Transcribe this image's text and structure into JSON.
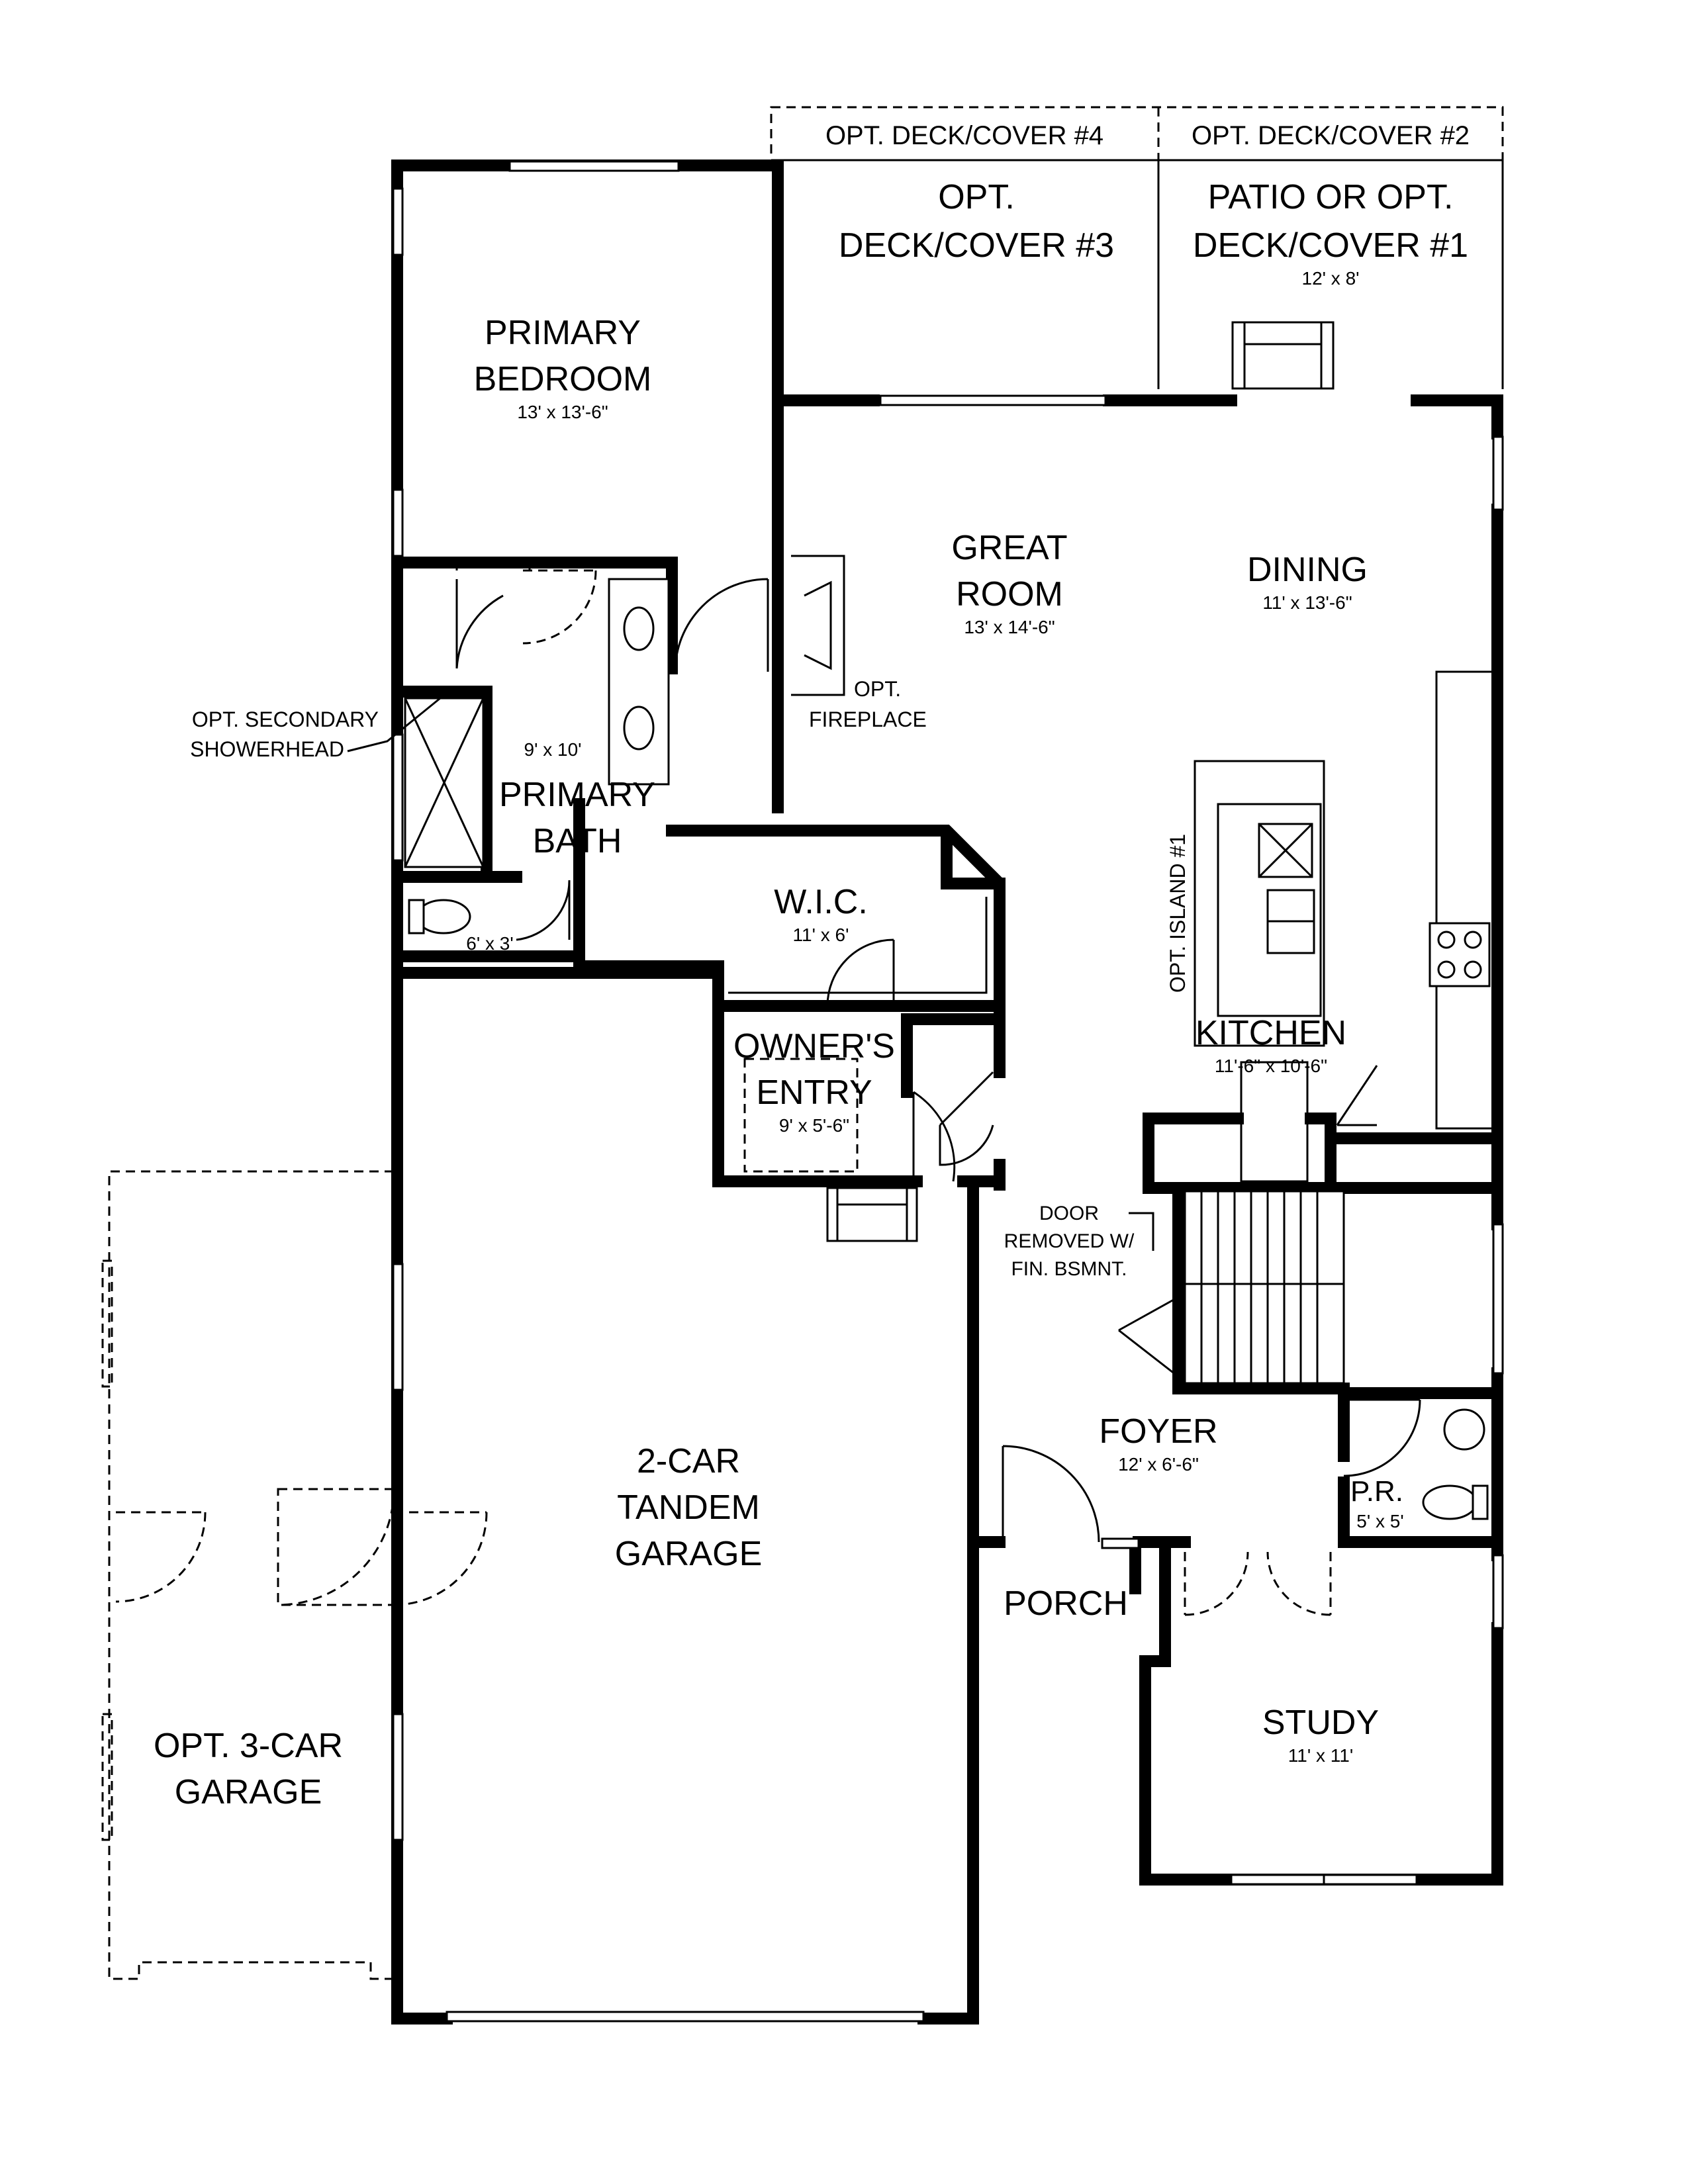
{
  "rooms": {
    "primary_bedroom": {
      "line1": "PRIMARY",
      "line2": "BEDROOM",
      "dim": "13' x 13'-6\""
    },
    "great_room": {
      "line1": "GREAT",
      "line2": "ROOM",
      "dim": "13' x 14'-6\""
    },
    "dining": {
      "name": "DINING",
      "dim": "11' x 13'-6\""
    },
    "primary_bath": {
      "line1": "PRIMARY",
      "line2": "BATH",
      "dim": "9' x 10'"
    },
    "toilet_room": {
      "dim": "6' x 3'"
    },
    "wic": {
      "name": "W.I.C.",
      "dim": "11' x 6'"
    },
    "kitchen": {
      "name": "KITCHEN",
      "dim": "11'-6\" x 10'-6\""
    },
    "owners_entry": {
      "line1": "OWNER'S",
      "line2": "ENTRY",
      "dim": "9' x 5'-6\""
    },
    "garage": {
      "line1": "2-CAR",
      "line2": "TANDEM",
      "line3": "GARAGE"
    },
    "opt_garage": {
      "line1": "OPT. 3-CAR",
      "line2": "GARAGE"
    },
    "foyer": {
      "name": "FOYER",
      "dim": "12' x 6'-6\""
    },
    "powder": {
      "name": "P.R.",
      "dim": "5' x 5'"
    },
    "porch": {
      "name": "PORCH"
    },
    "study": {
      "name": "STUDY",
      "dim": "11' x 11'"
    },
    "patio": {
      "line1": "PATIO OR OPT.",
      "line2": "DECK/COVER #1",
      "dim": "12' x 8'"
    },
    "deck3": {
      "line1": "OPT.",
      "line2": "DECK/COVER #3"
    }
  },
  "labels": {
    "deck4": "OPT. DECK/COVER #4",
    "deck2": "OPT. DECK/COVER #2",
    "fireplace_line1": "OPT.",
    "fireplace_line2": "FIREPLACE",
    "showerhead_line1": "OPT. SECONDARY",
    "showerhead_line2": "SHOWERHEAD",
    "island": "OPT. ISLAND #1",
    "door_note_line1": "DOOR",
    "door_note_line2": "REMOVED W/",
    "door_note_line3": "FIN. BSMNT."
  }
}
